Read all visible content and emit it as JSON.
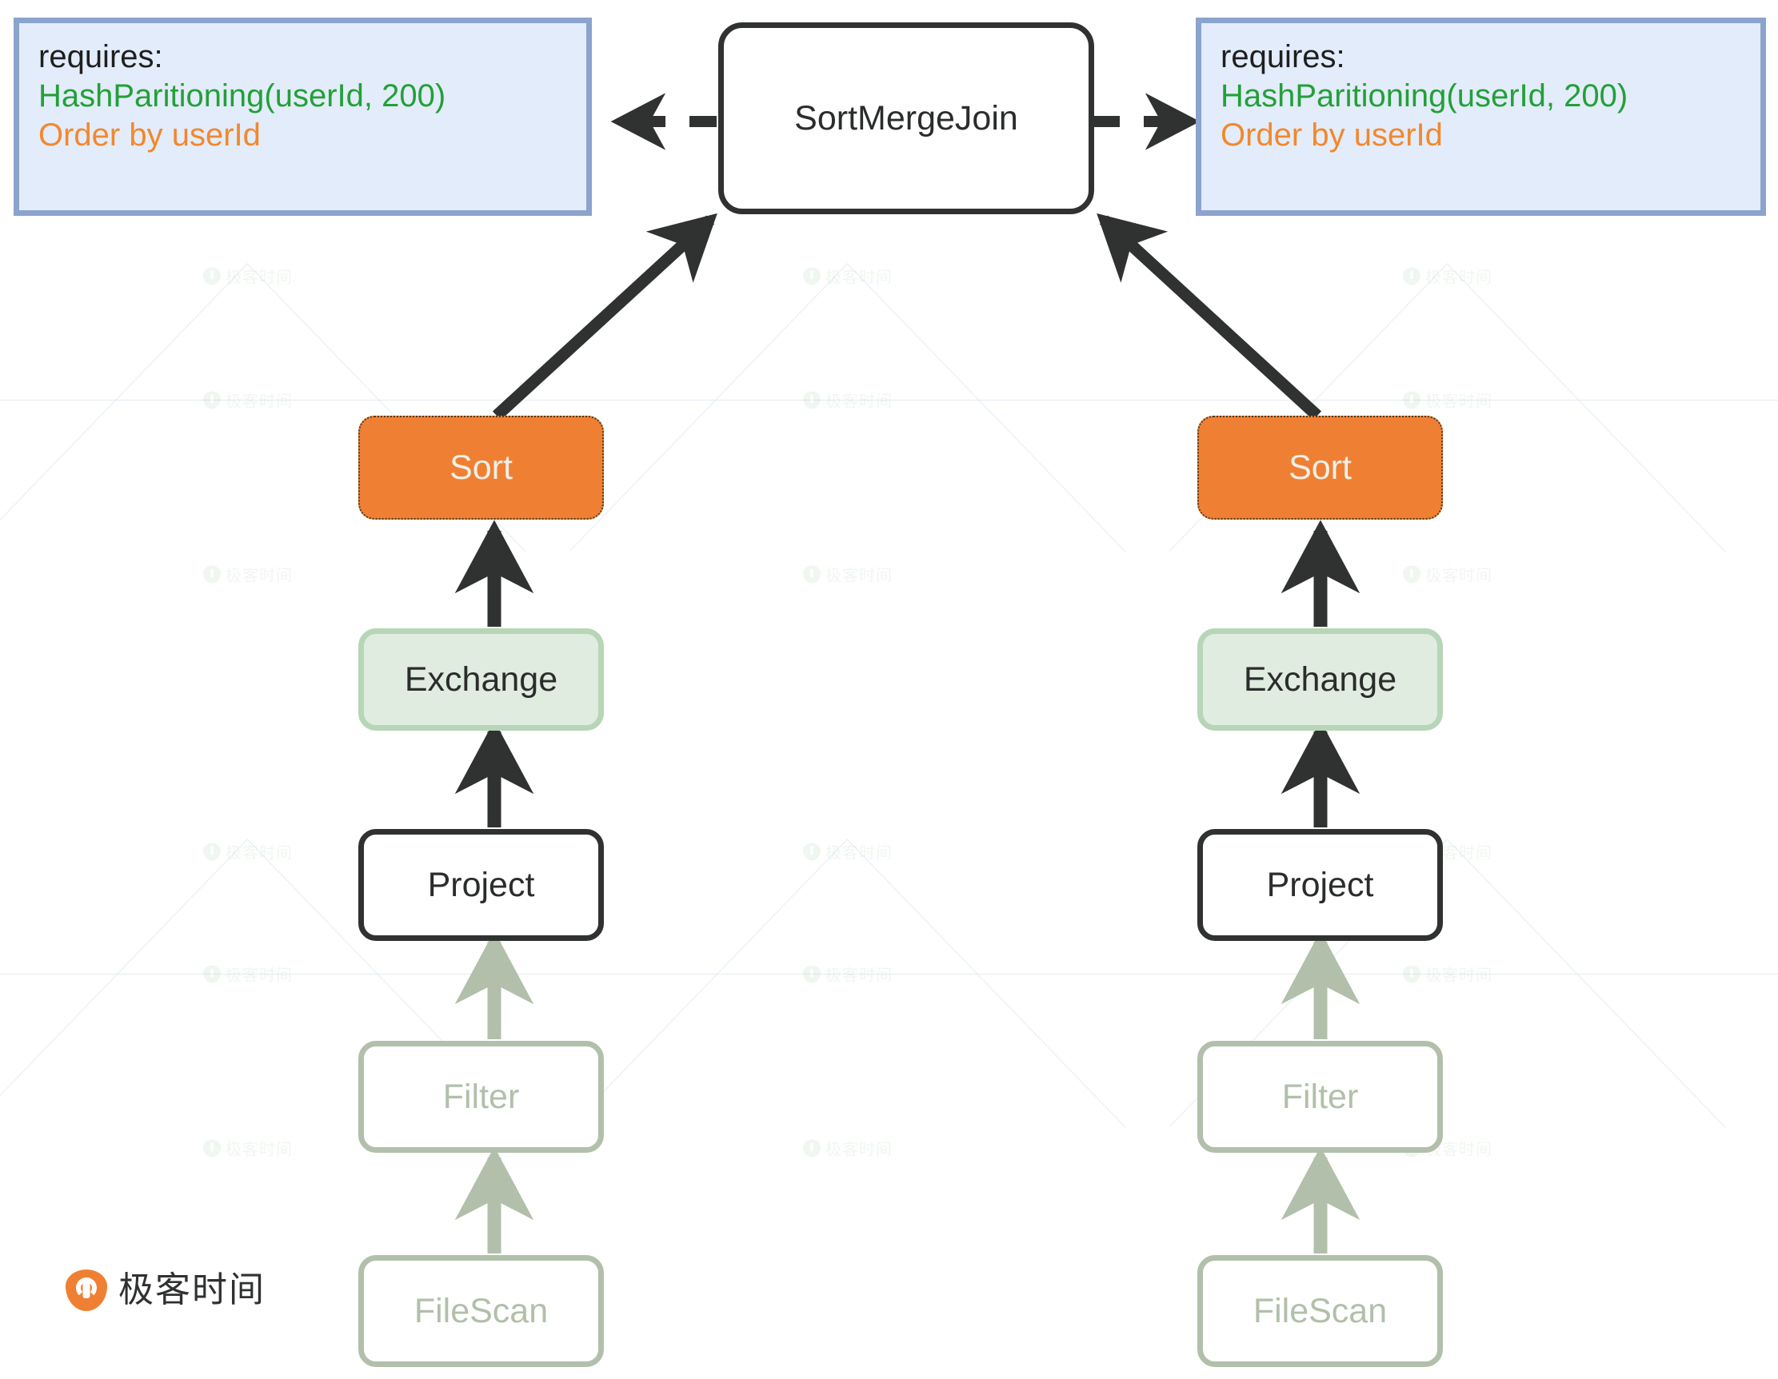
{
  "diagram": {
    "title": "Spark SortMergeJoin physical plan with required distribution and ordering",
    "colors": {
      "sort_fill": "#ef8033",
      "exchange_fill": "#e0ece0",
      "exchange_border": "#b7d5b7",
      "node_border_dark": "#2f3230",
      "faded": "#b2bfab",
      "callout_fill": "#e3ecfa",
      "callout_border": "#8aa4cc",
      "green_text": "#23a038",
      "orange_text": "#f2882d",
      "arrow_dark": "#2f3230"
    }
  },
  "callouts": {
    "left": {
      "label_requires": "requires:",
      "partitioning": "HashParitioning(userId, 200)",
      "ordering": "Order by userId"
    },
    "right": {
      "label_requires": "requires:",
      "partitioning": "HashParitioning(userId, 200)",
      "ordering": "Order by userId"
    }
  },
  "nodes": {
    "join": {
      "label": "SortMergeJoin"
    },
    "left_branch": {
      "sort": {
        "label": "Sort"
      },
      "exchange": {
        "label": "Exchange"
      },
      "project": {
        "label": "Project"
      },
      "filter": {
        "label": "Filter"
      },
      "filescan": {
        "label": "FileScan"
      }
    },
    "right_branch": {
      "sort": {
        "label": "Sort"
      },
      "exchange": {
        "label": "Exchange"
      },
      "project": {
        "label": "Project"
      },
      "filter": {
        "label": "Filter"
      },
      "filescan": {
        "label": "FileScan"
      }
    }
  },
  "logo": {
    "text": "极客时间",
    "mark": "geektime-logo-icon"
  },
  "watermark": {
    "text": "极客时间"
  }
}
